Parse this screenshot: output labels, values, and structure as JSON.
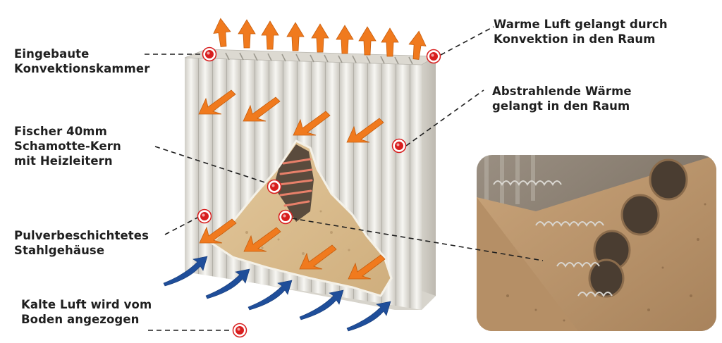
{
  "labels": {
    "convection_chamber": [
      "Eingebaute",
      "Konvektionskammer"
    ],
    "core": [
      "Fischer 40mm",
      "Schamotte-Kern",
      "mit Heizleitern"
    ],
    "housing": [
      "Pulverbeschichtetes",
      "Stahlgehäuse"
    ],
    "cold_air": [
      "Kalte Luft wird vom",
      "Boden angezogen"
    ],
    "warm_air": [
      "Warme Luft gelangt durch",
      "Konvektion in den Raum"
    ],
    "radiant_heat": [
      "Abstrahlende Wärme",
      "gelangt in den Raum"
    ]
  },
  "colors": {
    "orange_arrow": "#f07a1e",
    "blue_arrow": "#1f4e9a",
    "marker_red": "#d81e1e",
    "radiator_body": "#ebe9e2",
    "fireclay_core": "#d8b98a"
  },
  "icons": {
    "marker": "red-target-marker-icon",
    "warm_arrow": "orange-arrow-icon",
    "cold_arrow": "blue-curved-arrow-icon"
  }
}
